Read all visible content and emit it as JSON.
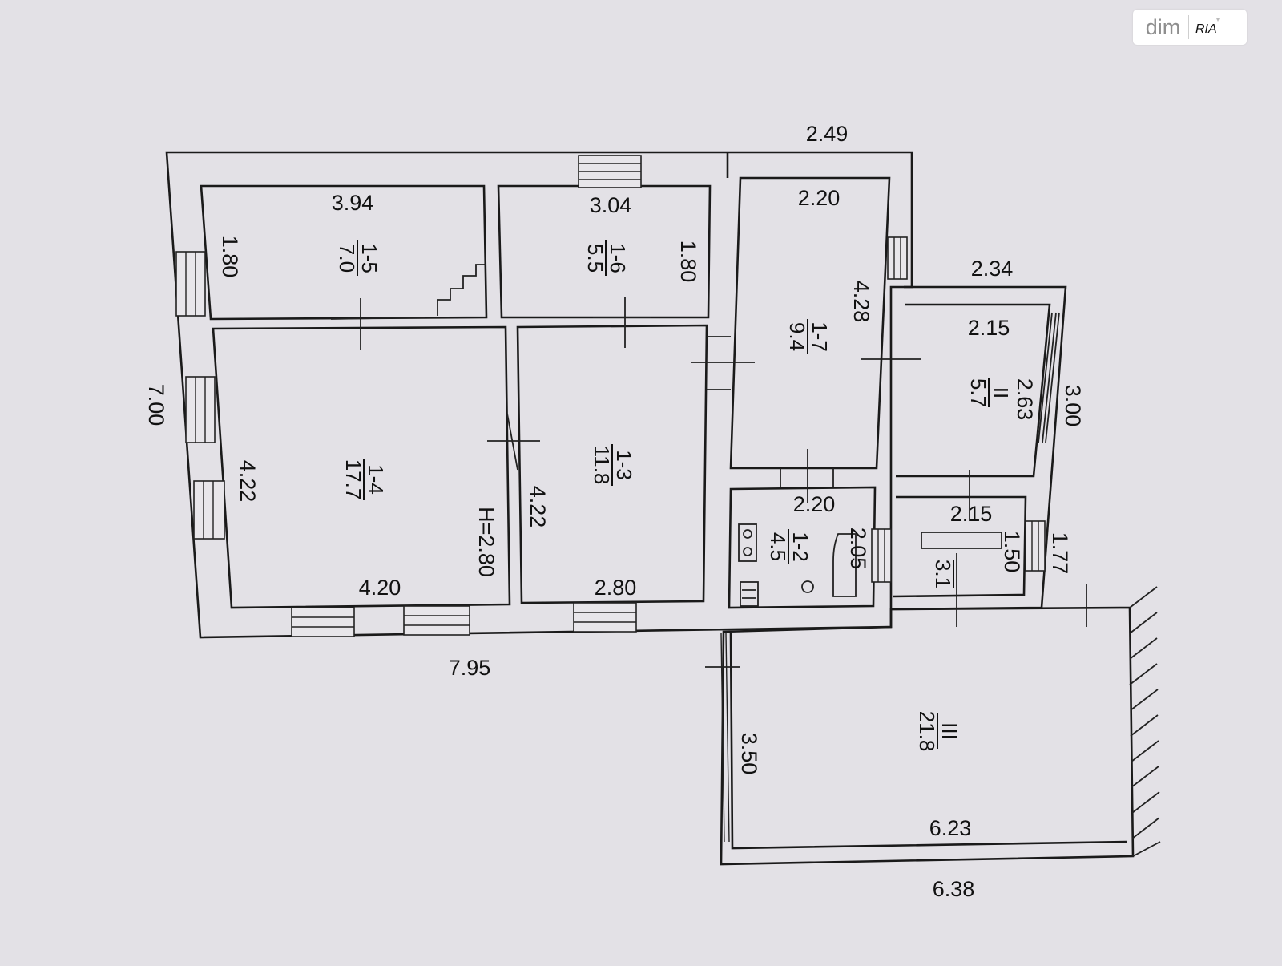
{
  "watermark": {
    "brand": "dim",
    "sub": "RIA"
  },
  "dimensions": {
    "top_right": "2.49",
    "left_total": "7.00",
    "bottom_total": "7.95",
    "r15_top": "3.94",
    "r15_left": "1.80",
    "r16_top": "3.04",
    "r16_right": "1.80",
    "r17_top": "2.20",
    "r17_right": "4.28",
    "r14_left": "4.22",
    "r14_bottom": "4.20",
    "height": "H=2.80",
    "r13_left": "4.22",
    "r13_bottom": "2.80",
    "r12_top": "2.20",
    "r12_right": "2.05",
    "rII_outer_top": "2.34",
    "rII_top": "2.15",
    "rII_right": "2.63",
    "rII_outer_right": "3.00",
    "r31_top": "2.15",
    "r31_right": "1.50",
    "r31_outer_right": "1.77",
    "rIII_left": "3.50",
    "rIII_bottom": "6.23",
    "rIII_outer_bottom": "6.38"
  },
  "rooms": {
    "r15": {
      "num": "1-5",
      "area": "7.0"
    },
    "r16": {
      "num": "1-6",
      "area": "5.5"
    },
    "r17": {
      "num": "1-7",
      "area": "9.4"
    },
    "r14": {
      "num": "1-4",
      "area": "17.7"
    },
    "r13": {
      "num": "1-3",
      "area": "11.8"
    },
    "r12": {
      "num": "1-2",
      "area": "4.5"
    },
    "rII": {
      "num": "II",
      "area": "5.7"
    },
    "r31": {
      "area": "3.1"
    },
    "rIII": {
      "num": "III",
      "area": "21.8"
    }
  }
}
